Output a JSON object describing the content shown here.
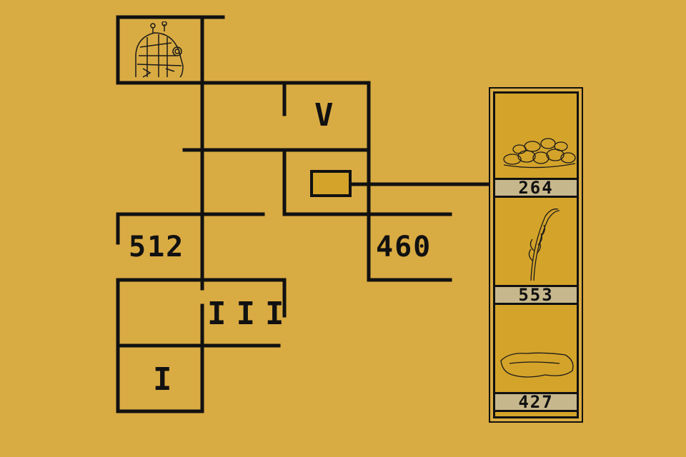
{
  "territories": {
    "territory_v": "V",
    "territory_iii": "III",
    "territory_i": "I",
    "value_west": "512",
    "value_east": "460"
  },
  "resources": [
    {
      "name": "gold-nuggets",
      "count": "264"
    },
    {
      "name": "grain",
      "count": "553"
    },
    {
      "name": "hide",
      "count": "427"
    }
  ],
  "colors": {
    "background": "#d9ab43",
    "panel_fill": "#d4a32a",
    "count_bar": "#c7b78c",
    "ink": "#111111"
  },
  "icons": {
    "portrait": "armored-knight-icon",
    "selector": "selection-marker"
  }
}
